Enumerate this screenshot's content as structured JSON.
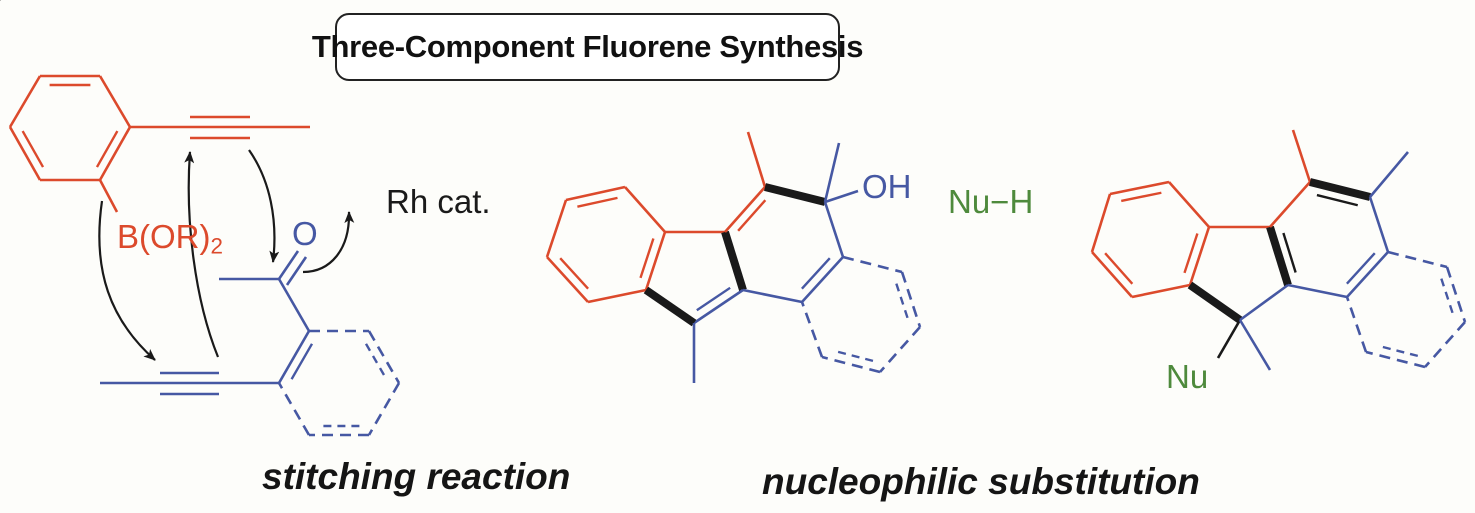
{
  "title": "Three-Component Fluorene Synthesis",
  "colors": {
    "component_a": "#dc4a2c",
    "component_b": "#4658a3",
    "nucleophile": "#4e8a3c",
    "new_bonds": "#1a1a1a"
  },
  "reactants": {
    "boron_label": "B(OR)",
    "boron_subscript": "2",
    "carbonyl_oxygen": "O"
  },
  "step1": {
    "reagent": "Rh cat.",
    "caption": "stitching reaction"
  },
  "intermediate": {
    "hydroxyl_label": "OH"
  },
  "step2": {
    "reagent": "Nu−H",
    "caption": "nucleophilic substitution"
  },
  "product": {
    "nucleophile_label": "Nu"
  }
}
